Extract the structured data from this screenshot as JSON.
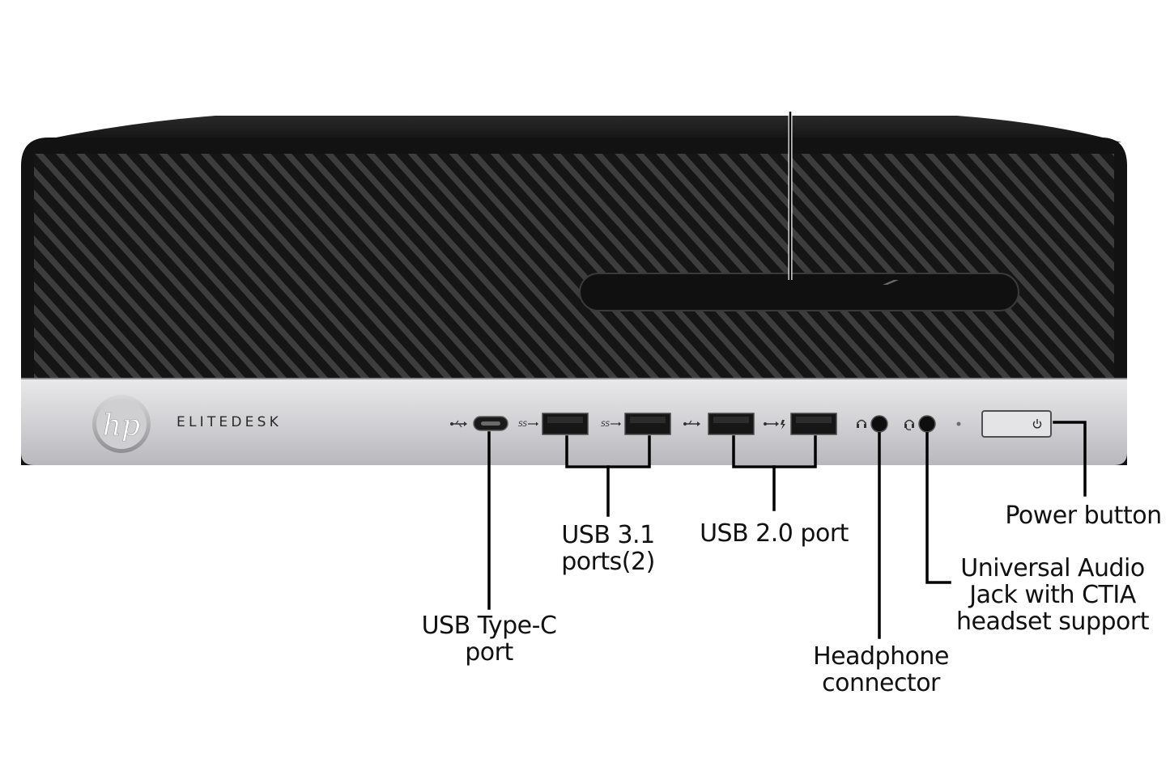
{
  "product": {
    "brand_logo": "hp",
    "model_name": "ELITEDESK"
  },
  "callouts": {
    "usb_type_c": [
      "USB Type-C",
      "port"
    ],
    "usb_31": [
      "USB 3.1",
      "ports(2)"
    ],
    "usb_20": [
      "USB 2.0 port"
    ],
    "headphone": [
      "Headphone",
      "connector"
    ],
    "audio_jack": [
      "Universal Audio",
      "Jack with CTIA",
      "headset support"
    ],
    "power": [
      "Power button"
    ]
  },
  "colors": {
    "chassis": "#1c1c1c",
    "grille_stripe": "#3a3a3a",
    "silver_panel": "#d2d2d4",
    "leader_line": "#000000"
  },
  "icons": [
    "usb-icon",
    "ss-usb-icon",
    "charging-usb-icon",
    "headphone-icon",
    "headset-icon",
    "power-icon",
    "hp-logo-icon"
  ]
}
